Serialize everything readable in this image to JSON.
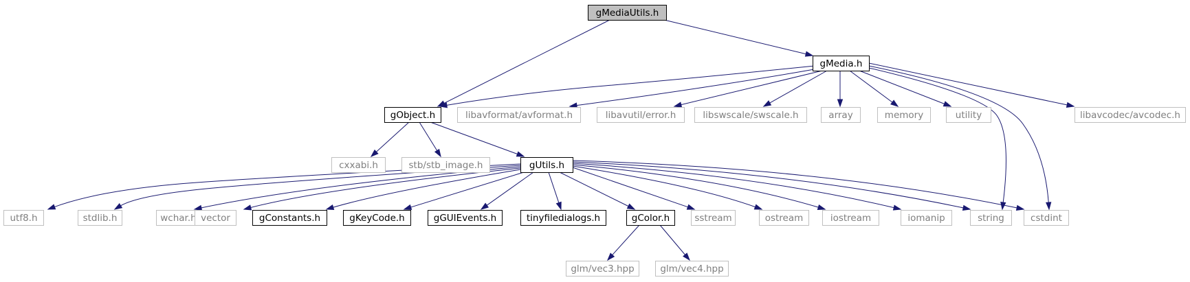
{
  "colors": {
    "edge": "#191970",
    "root_fill": "#bfbfbf",
    "box_fill": "#ffffff",
    "documented_border": "#000000",
    "external_border": "#bfbfbf",
    "documented_text": "#000000",
    "external_text": "#7f7f7f"
  },
  "nodes": [
    {
      "id": "gMediaUtils",
      "label": "gMediaUtils.h",
      "kind": "root"
    },
    {
      "id": "gMedia",
      "label": "gMedia.h",
      "kind": "documented"
    },
    {
      "id": "gObject",
      "label": "gObject.h",
      "kind": "documented"
    },
    {
      "id": "avformat",
      "label": "libavformat/avformat.h",
      "kind": "external"
    },
    {
      "id": "avutil_error",
      "label": "libavutil/error.h",
      "kind": "external"
    },
    {
      "id": "swscale",
      "label": "libswscale/swscale.h",
      "kind": "external"
    },
    {
      "id": "array",
      "label": "array",
      "kind": "external"
    },
    {
      "id": "memory",
      "label": "memory",
      "kind": "external"
    },
    {
      "id": "utility",
      "label": "utility",
      "kind": "external"
    },
    {
      "id": "avcodec",
      "label": "libavcodec/avcodec.h",
      "kind": "external"
    },
    {
      "id": "cxxabi",
      "label": "cxxabi.h",
      "kind": "external"
    },
    {
      "id": "stb_image",
      "label": "stb/stb_image.h",
      "kind": "external"
    },
    {
      "id": "gUtils",
      "label": "gUtils.h",
      "kind": "documented"
    },
    {
      "id": "utf8",
      "label": "utf8.h",
      "kind": "external"
    },
    {
      "id": "stdlib",
      "label": "stdlib.h",
      "kind": "external"
    },
    {
      "id": "wchar",
      "label": "wchar.h",
      "kind": "external"
    },
    {
      "id": "vector",
      "label": "vector",
      "kind": "external"
    },
    {
      "id": "gConstants",
      "label": "gConstants.h",
      "kind": "documented"
    },
    {
      "id": "gKeyCode",
      "label": "gKeyCode.h",
      "kind": "documented"
    },
    {
      "id": "gGUIEvents",
      "label": "gGUIEvents.h",
      "kind": "documented"
    },
    {
      "id": "tinyfiledialogs",
      "label": "tinyfiledialogs.h",
      "kind": "documented"
    },
    {
      "id": "gColor",
      "label": "gColor.h",
      "kind": "documented"
    },
    {
      "id": "sstream",
      "label": "sstream",
      "kind": "external"
    },
    {
      "id": "ostream",
      "label": "ostream",
      "kind": "external"
    },
    {
      "id": "iostream",
      "label": "iostream",
      "kind": "external"
    },
    {
      "id": "iomanip",
      "label": "iomanip",
      "kind": "external"
    },
    {
      "id": "string",
      "label": "string",
      "kind": "external"
    },
    {
      "id": "cstdint",
      "label": "cstdint",
      "kind": "external"
    },
    {
      "id": "vec3",
      "label": "glm/vec3.hpp",
      "kind": "external"
    },
    {
      "id": "vec4",
      "label": "glm/vec4.hpp",
      "kind": "external"
    }
  ],
  "edges": [
    {
      "from": "gMediaUtils",
      "to": "gObject"
    },
    {
      "from": "gMediaUtils",
      "to": "gMedia"
    },
    {
      "from": "gMedia",
      "to": "gObject"
    },
    {
      "from": "gMedia",
      "to": "avformat"
    },
    {
      "from": "gMedia",
      "to": "avutil_error"
    },
    {
      "from": "gMedia",
      "to": "swscale"
    },
    {
      "from": "gMedia",
      "to": "array"
    },
    {
      "from": "gMedia",
      "to": "memory"
    },
    {
      "from": "gMedia",
      "to": "utility"
    },
    {
      "from": "gMedia",
      "to": "string"
    },
    {
      "from": "gMedia",
      "to": "cstdint"
    },
    {
      "from": "gMedia",
      "to": "avcodec"
    },
    {
      "from": "gObject",
      "to": "cxxabi"
    },
    {
      "from": "gObject",
      "to": "stb_image"
    },
    {
      "from": "gObject",
      "to": "gUtils"
    },
    {
      "from": "gUtils",
      "to": "utf8"
    },
    {
      "from": "gUtils",
      "to": "stdlib"
    },
    {
      "from": "gUtils",
      "to": "wchar"
    },
    {
      "from": "gUtils",
      "to": "vector"
    },
    {
      "from": "gUtils",
      "to": "gConstants"
    },
    {
      "from": "gUtils",
      "to": "gKeyCode"
    },
    {
      "from": "gUtils",
      "to": "gGUIEvents"
    },
    {
      "from": "gUtils",
      "to": "tinyfiledialogs"
    },
    {
      "from": "gUtils",
      "to": "gColor"
    },
    {
      "from": "gUtils",
      "to": "sstream"
    },
    {
      "from": "gUtils",
      "to": "ostream"
    },
    {
      "from": "gUtils",
      "to": "iostream"
    },
    {
      "from": "gUtils",
      "to": "iomanip"
    },
    {
      "from": "gUtils",
      "to": "string"
    },
    {
      "from": "gUtils",
      "to": "cstdint"
    },
    {
      "from": "gColor",
      "to": "vec3"
    },
    {
      "from": "gColor",
      "to": "vec4"
    }
  ]
}
